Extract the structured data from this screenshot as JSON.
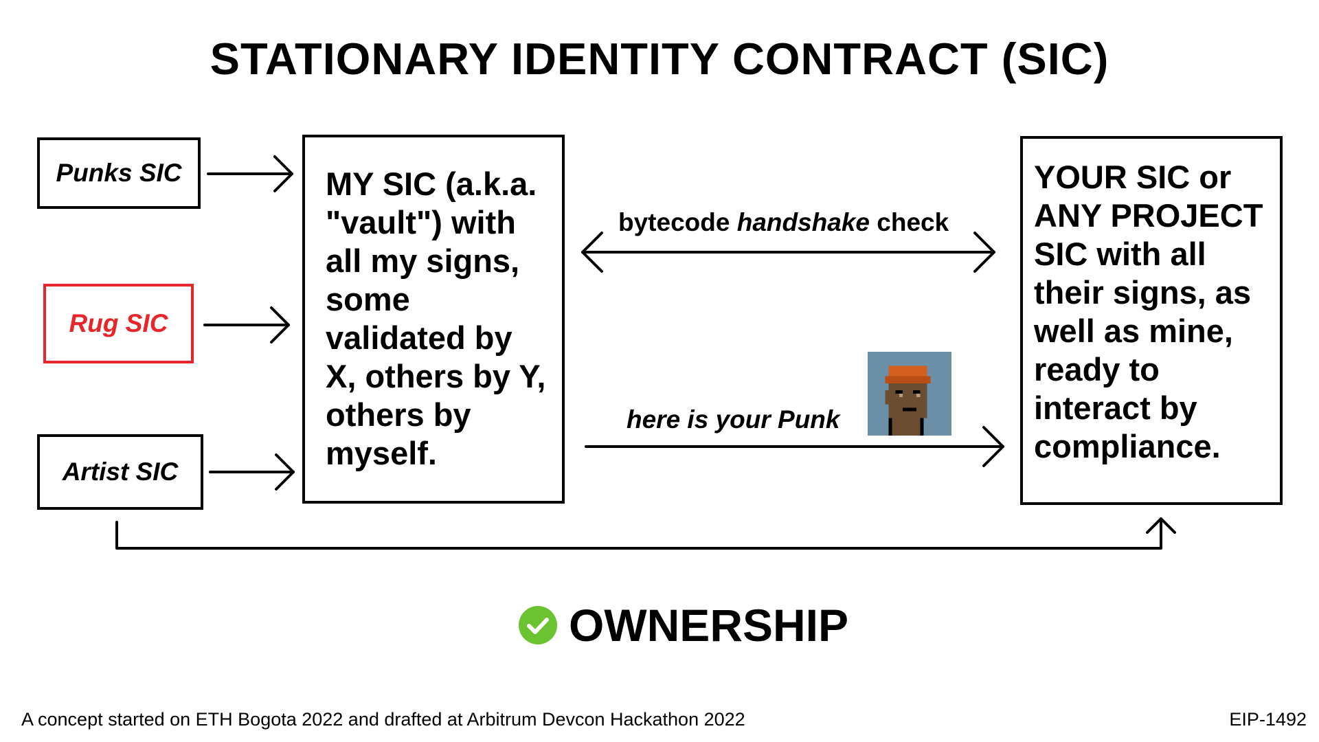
{
  "title": "STATIONARY IDENTITY CONTRACT (SIC)",
  "sources": [
    {
      "label": "Punks SIC"
    },
    {
      "label": "Rug SIC",
      "color": "#e8262a"
    },
    {
      "label": "Artist SIC"
    }
  ],
  "my_sic": "MY SIC (a.k.a. \"vault\") with all my signs, some validated by X, others by Y, others by myself.",
  "your_sic": "YOUR SIC or ANY PROJECT SIC with all their signs, as well as mine, ready to interact by compliance.",
  "handshake": {
    "before": "bytecode ",
    "emphasis": "handshake",
    "after": " check"
  },
  "punk_label": "here is your Punk",
  "punk_icon": "cryptopunk-avatar",
  "ownership": {
    "label": "OWNERSHIP",
    "icon": "check-circle-icon",
    "color": "#6cc332"
  },
  "footer": {
    "left": "A concept started on ETH Bogota 2022 and drafted at Arbitrum Devcon Hackathon 2022",
    "right": "EIP-1492"
  }
}
